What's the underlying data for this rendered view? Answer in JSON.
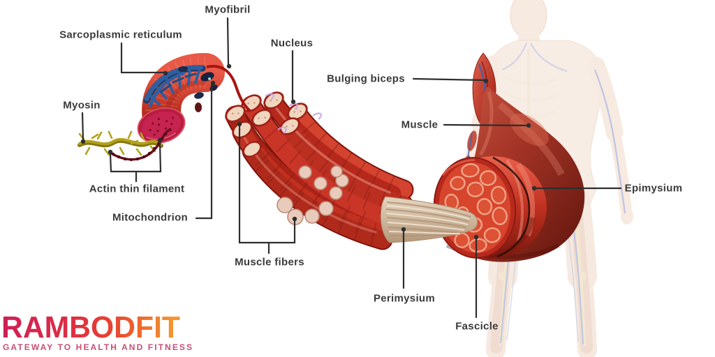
{
  "diagram": {
    "subject": "Skeletal muscle structure anatomy",
    "labels": {
      "sarcoplasmic_reticulum": "Sarcoplasmic reticulum",
      "myofibril": "Myofibril",
      "nucleus": "Nucleus",
      "bulging_biceps": "Bulging biceps",
      "muscle": "Muscle",
      "myosin": "Myosin",
      "actin_thin_filament": "Actin thin filament",
      "mitochondrion": "Mitochondrion",
      "muscle_fibers": "Muscle fibers",
      "perimysium": "Perimysium",
      "fascicle": "Fascicle",
      "epimysium": "Epimysium"
    }
  },
  "logo": {
    "brand": "RAMBODFIT",
    "tagline": "GATEWAY TO HEALTH AND FITNESS"
  },
  "colors": {
    "brand_gradient_start": "#ce1f57",
    "brand_gradient_mid": "#e8432f",
    "brand_gradient_end": "#f5942f",
    "tagline_pink": "#c64f74",
    "label_text": "#3a3a3a",
    "muscle_red": "#b5281c",
    "tendon_beige": "#d8c3ab",
    "reticulum_blue": "#2f5f9f",
    "myosin_yellow": "#b3a21c",
    "actin_dark_red": "#6b0e1c"
  }
}
